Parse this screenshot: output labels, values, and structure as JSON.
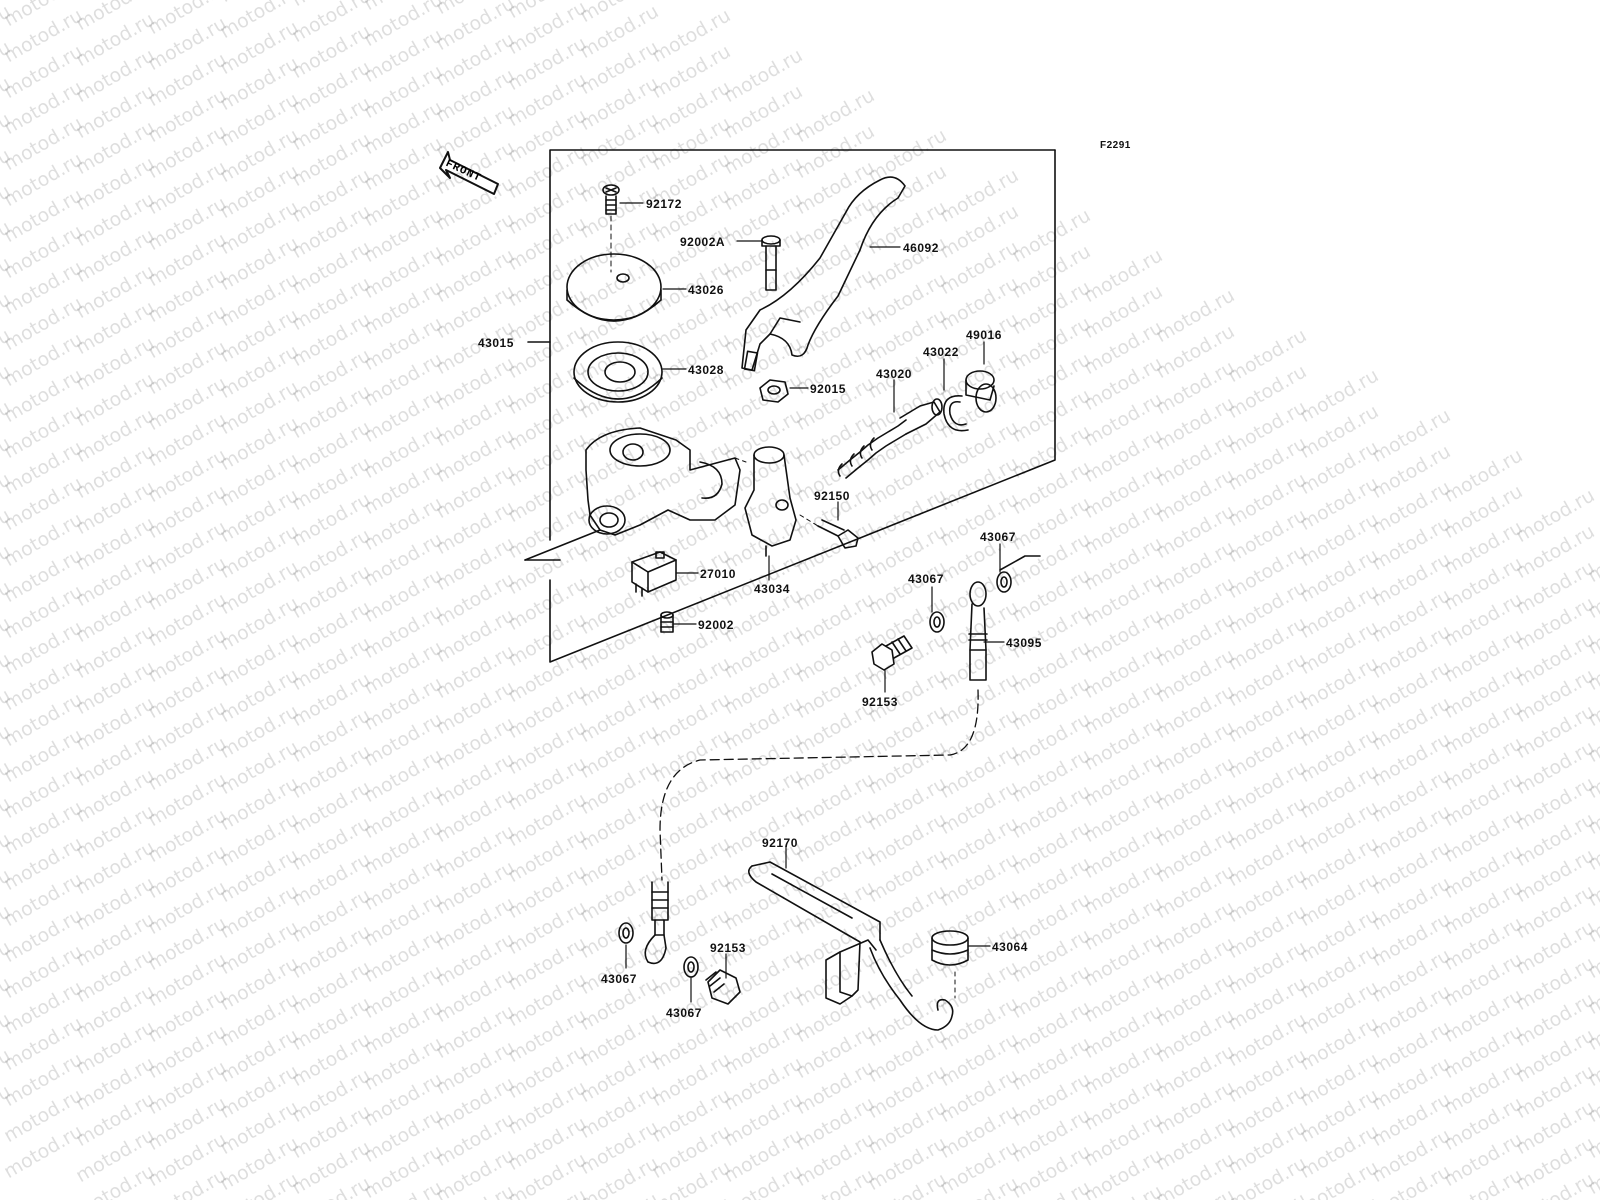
{
  "figure_id": "F2291",
  "front_label": "FRONT",
  "watermark_text": "motod.ru",
  "parts": {
    "p92172": "92172",
    "p92002A": "92002A",
    "p46092": "46092",
    "p43026": "43026",
    "p43015": "43015",
    "p43028": "43028",
    "p92015": "92015",
    "p43020": "43020",
    "p43022": "43022",
    "p49016": "49016",
    "p92150": "92150",
    "p43067a": "43067",
    "p27010": "27010",
    "p43034": "43034",
    "p43067b": "43067",
    "p92002": "92002",
    "p43095": "43095",
    "p92153a": "92153",
    "p92170": "92170",
    "p92153b": "92153",
    "p43064": "43064",
    "p43067c": "43067",
    "p43067d": "43067"
  }
}
